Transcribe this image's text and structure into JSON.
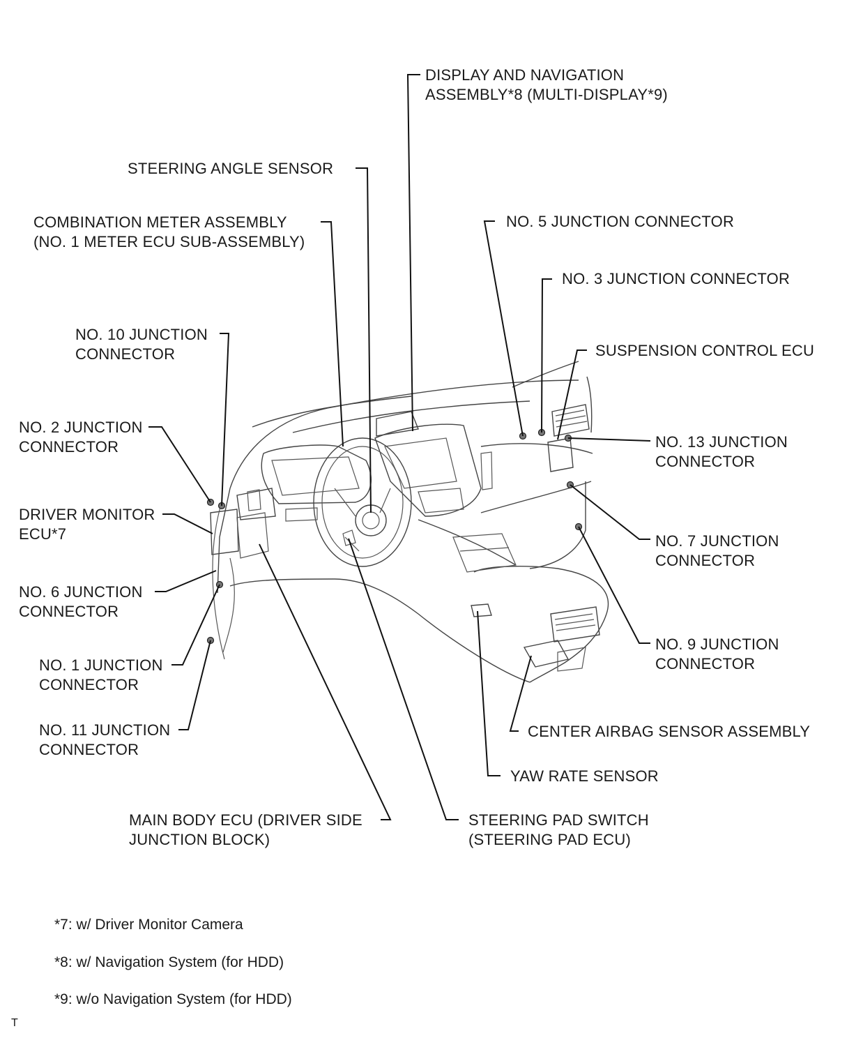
{
  "labels": {
    "display_nav": [
      "DISPLAY AND NAVIGATION",
      "ASSEMBLY*8 (MULTI-DISPLAY*9)"
    ],
    "steering_angle": [
      "STEERING ANGLE SENSOR"
    ],
    "combination_meter": [
      "COMBINATION METER ASSEMBLY",
      "(NO. 1 METER ECU SUB-ASSEMBLY)"
    ],
    "no5": [
      "NO. 5 JUNCTION CONNECTOR"
    ],
    "no3": [
      "NO. 3 JUNCTION CONNECTOR"
    ],
    "no10": [
      "NO. 10 JUNCTION",
      "CONNECTOR"
    ],
    "suspension": [
      "SUSPENSION CONTROL ECU"
    ],
    "no2": [
      "NO. 2 JUNCTION",
      "CONNECTOR"
    ],
    "no13": [
      "NO. 13 JUNCTION",
      "CONNECTOR"
    ],
    "driver_monitor": [
      "DRIVER MONITOR",
      "ECU*7"
    ],
    "no7": [
      "NO. 7 JUNCTION",
      "CONNECTOR"
    ],
    "no6": [
      "NO. 6 JUNCTION",
      "CONNECTOR"
    ],
    "no9": [
      "NO. 9 JUNCTION",
      "CONNECTOR"
    ],
    "no1": [
      "NO. 1 JUNCTION",
      "CONNECTOR"
    ],
    "center_airbag": [
      "CENTER AIRBAG SENSOR ASSEMBLY"
    ],
    "no11": [
      "NO. 11 JUNCTION",
      "CONNECTOR"
    ],
    "yaw": [
      "YAW RATE SENSOR"
    ],
    "main_body": [
      "MAIN BODY ECU (DRIVER SIDE",
      "JUNCTION BLOCK)"
    ],
    "steering_pad": [
      "STEERING PAD SWITCH",
      "(STEERING PAD ECU)"
    ]
  },
  "footnotes": [
    "*7: w/ Driver Monitor Camera",
    "*8: w/ Navigation System (for HDD)",
    "*9: w/o Navigation System (for HDD)"
  ],
  "corner_mark": "T"
}
